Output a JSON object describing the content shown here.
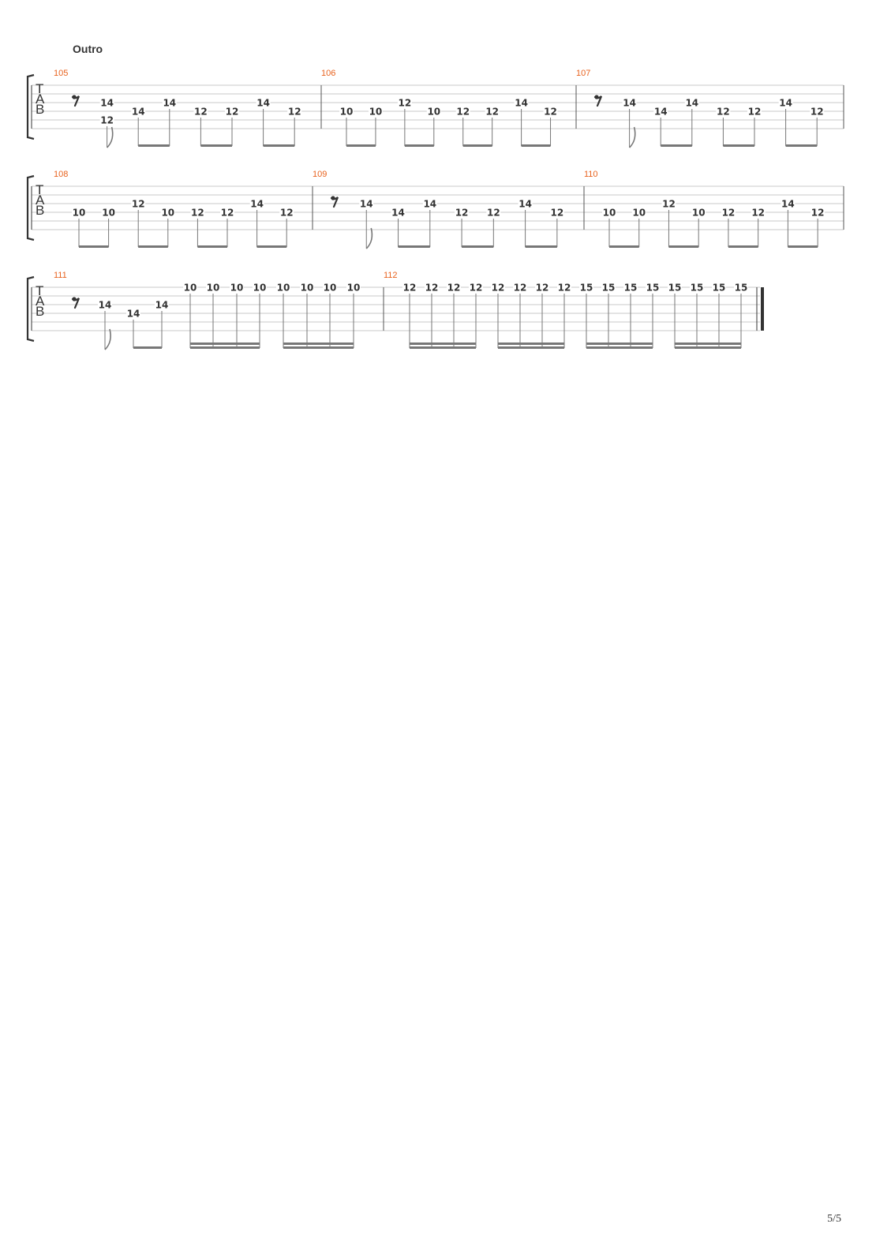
{
  "section_title": "Outro",
  "page_number": "5/5",
  "colors": {
    "bar_number": "#e8631f",
    "ink": "#333333",
    "staff_line": "#c8c8c8",
    "stem": "#777777"
  },
  "tab_label": [
    "T",
    "A",
    "B"
  ],
  "systems": [
    {
      "bars": [
        {
          "number": "105",
          "notes": [
            {
              "rest": true
            },
            {
              "chord": [
                {
                  "string": 3,
                  "fret": "14"
                },
                {
                  "string": 5,
                  "fret": "12"
                }
              ],
              "flag": true
            },
            {
              "string": 4,
              "fret": "14",
              "beam": 1
            },
            {
              "string": 3,
              "fret": "14",
              "beam": 1
            },
            {
              "string": 4,
              "fret": "12",
              "beam": 1
            },
            {
              "string": 4,
              "fret": "12",
              "beam": 1
            },
            {
              "string": 3,
              "fret": "14",
              "beam": 1
            },
            {
              "string": 4,
              "fret": "12",
              "beam": 1
            }
          ]
        },
        {
          "number": "106",
          "notes": [
            {
              "string": 4,
              "fret": "10",
              "beam": 1
            },
            {
              "string": 4,
              "fret": "10",
              "beam": 1
            },
            {
              "string": 3,
              "fret": "12",
              "beam": 1
            },
            {
              "string": 4,
              "fret": "10",
              "beam": 1
            },
            {
              "string": 4,
              "fret": "12",
              "beam": 1
            },
            {
              "string": 4,
              "fret": "12",
              "beam": 1
            },
            {
              "string": 3,
              "fret": "14",
              "beam": 1
            },
            {
              "string": 4,
              "fret": "12",
              "beam": 1
            }
          ]
        },
        {
          "number": "107",
          "notes": [
            {
              "rest": true
            },
            {
              "string": 3,
              "fret": "14",
              "flag": true
            },
            {
              "string": 4,
              "fret": "14",
              "beam": 1
            },
            {
              "string": 3,
              "fret": "14",
              "beam": 1
            },
            {
              "string": 4,
              "fret": "12",
              "beam": 1
            },
            {
              "string": 4,
              "fret": "12",
              "beam": 1
            },
            {
              "string": 3,
              "fret": "14",
              "beam": 1
            },
            {
              "string": 4,
              "fret": "12",
              "beam": 1
            }
          ]
        }
      ]
    },
    {
      "bars": [
        {
          "number": "108",
          "notes": [
            {
              "string": 4,
              "fret": "10",
              "beam": 1
            },
            {
              "string": 4,
              "fret": "10",
              "beam": 1
            },
            {
              "string": 3,
              "fret": "12",
              "beam": 1
            },
            {
              "string": 4,
              "fret": "10",
              "beam": 1
            },
            {
              "string": 4,
              "fret": "12",
              "beam": 1
            },
            {
              "string": 4,
              "fret": "12",
              "beam": 1
            },
            {
              "string": 3,
              "fret": "14",
              "beam": 1
            },
            {
              "string": 4,
              "fret": "12",
              "beam": 1
            }
          ]
        },
        {
          "number": "109",
          "notes": [
            {
              "rest": true
            },
            {
              "string": 3,
              "fret": "14",
              "flag": true
            },
            {
              "string": 4,
              "fret": "14",
              "beam": 1
            },
            {
              "string": 3,
              "fret": "14",
              "beam": 1
            },
            {
              "string": 4,
              "fret": "12",
              "beam": 1
            },
            {
              "string": 4,
              "fret": "12",
              "beam": 1
            },
            {
              "string": 3,
              "fret": "14",
              "beam": 1
            },
            {
              "string": 4,
              "fret": "12",
              "beam": 1
            }
          ]
        },
        {
          "number": "110",
          "notes": [
            {
              "string": 4,
              "fret": "10",
              "beam": 1
            },
            {
              "string": 4,
              "fret": "10",
              "beam": 1
            },
            {
              "string": 3,
              "fret": "12",
              "beam": 1
            },
            {
              "string": 4,
              "fret": "10",
              "beam": 1
            },
            {
              "string": 4,
              "fret": "12",
              "beam": 1
            },
            {
              "string": 4,
              "fret": "12",
              "beam": 1
            },
            {
              "string": 3,
              "fret": "14",
              "beam": 1
            },
            {
              "string": 4,
              "fret": "12",
              "beam": 1
            }
          ]
        }
      ]
    },
    {
      "bars": [
        {
          "number": "111",
          "notes": [
            {
              "rest": true
            },
            {
              "string": 3,
              "fret": "14",
              "flag": true
            },
            {
              "string": 4,
              "fret": "14",
              "beam": 1
            },
            {
              "string": 3,
              "fret": "14",
              "beam": 1
            },
            {
              "string": 1,
              "fret": "10",
              "beam": 2
            },
            {
              "string": 1,
              "fret": "10",
              "beam": 2
            },
            {
              "string": 1,
              "fret": "10",
              "beam": 2
            },
            {
              "string": 1,
              "fret": "10",
              "beam": 2
            },
            {
              "string": 1,
              "fret": "10",
              "beam": 2
            },
            {
              "string": 1,
              "fret": "10",
              "beam": 2
            },
            {
              "string": 1,
              "fret": "10",
              "beam": 2
            },
            {
              "string": 1,
              "fret": "10",
              "beam": 2
            }
          ]
        },
        {
          "number": "112",
          "final": true,
          "notes": [
            {
              "string": 1,
              "fret": "12",
              "beam": 2
            },
            {
              "string": 1,
              "fret": "12",
              "beam": 2
            },
            {
              "string": 1,
              "fret": "12",
              "beam": 2
            },
            {
              "string": 1,
              "fret": "12",
              "beam": 2
            },
            {
              "string": 1,
              "fret": "12",
              "beam": 2
            },
            {
              "string": 1,
              "fret": "12",
              "beam": 2
            },
            {
              "string": 1,
              "fret": "12",
              "beam": 2
            },
            {
              "string": 1,
              "fret": "12",
              "beam": 2
            },
            {
              "string": 1,
              "fret": "15",
              "beam": 2
            },
            {
              "string": 1,
              "fret": "15",
              "beam": 2
            },
            {
              "string": 1,
              "fret": "15",
              "beam": 2
            },
            {
              "string": 1,
              "fret": "15",
              "beam": 2
            },
            {
              "string": 1,
              "fret": "15",
              "beam": 2
            },
            {
              "string": 1,
              "fret": "15",
              "beam": 2
            },
            {
              "string": 1,
              "fret": "15",
              "beam": 2
            },
            {
              "string": 1,
              "fret": "15",
              "beam": 2
            }
          ]
        }
      ]
    }
  ]
}
